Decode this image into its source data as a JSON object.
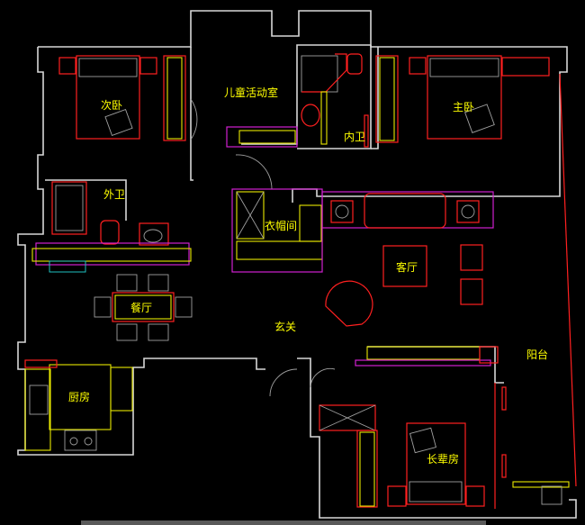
{
  "plan": {
    "rooms": {
      "second_bedroom": "次卧",
      "kids_room": "儿童活动室",
      "master_bedroom": "主卧",
      "inner_bath": "内卫",
      "outer_bath": "外卫",
      "cloakroom": "衣帽间",
      "living_room": "客厅",
      "dining_room": "餐厅",
      "foyer": "玄关",
      "balcony": "阳台",
      "kitchen": "厨房",
      "elder_room": "长辈房"
    },
    "colors": {
      "background": "#000000",
      "wall": "#d8d8d8",
      "furniture": "#ff2020",
      "cabinet": "#e8e800",
      "partition": "#d020d0",
      "label": "#ffff00"
    }
  }
}
